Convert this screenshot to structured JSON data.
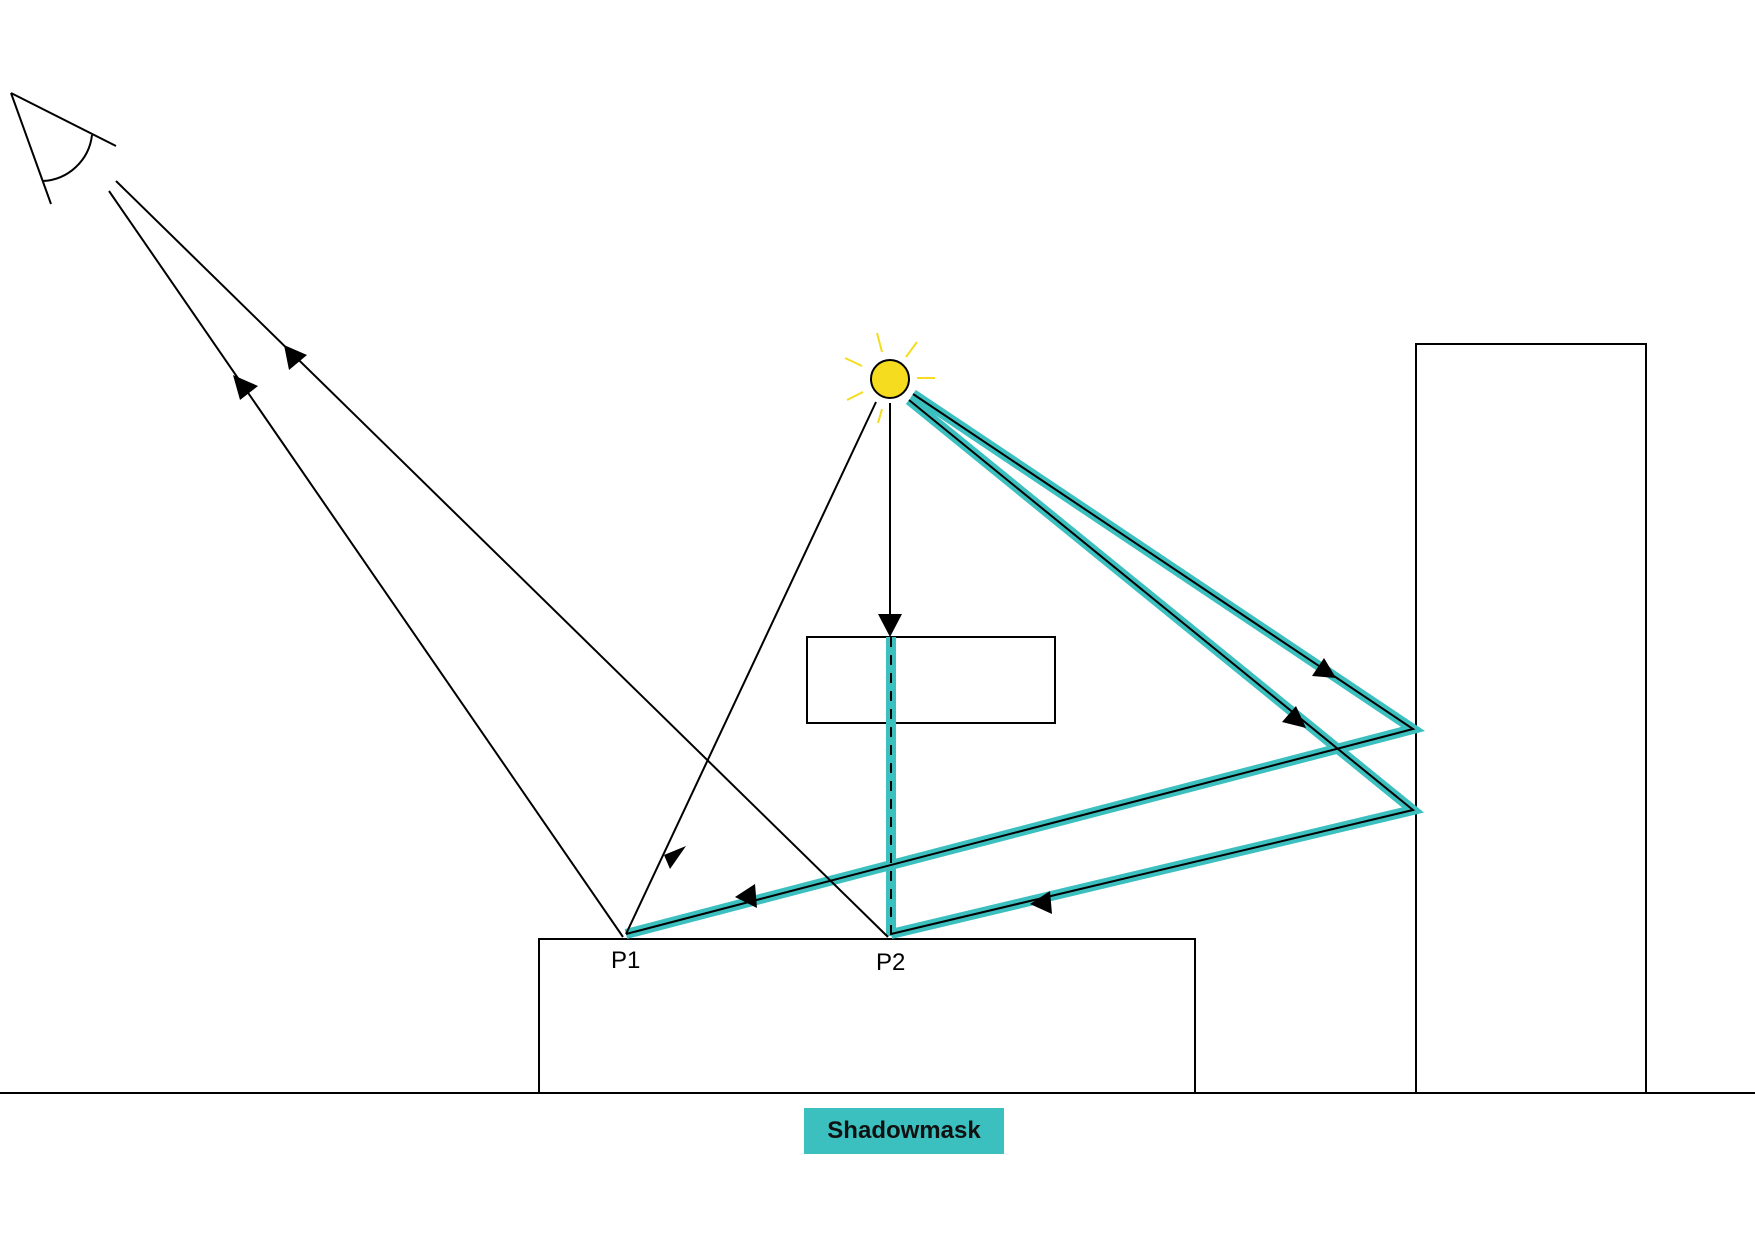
{
  "diagram": {
    "title": "Shadowmask lighting diagram",
    "colors": {
      "highlight": "#3bbfbf",
      "line": "#000000",
      "sun_fill": "#f5dc1e",
      "sun_rays": "#f5dc1e",
      "background": "#ffffff"
    },
    "points": {
      "p1_label": "P1",
      "p2_label": "P2"
    },
    "legend": {
      "label": "Shadowmask",
      "color": "#3bbfbf"
    },
    "elements": [
      "eye/camera",
      "sun (light source)",
      "occluder box",
      "base box",
      "tall building",
      "ground line",
      "direct rays from sun",
      "bounced rays off building",
      "view rays to eye"
    ]
  }
}
